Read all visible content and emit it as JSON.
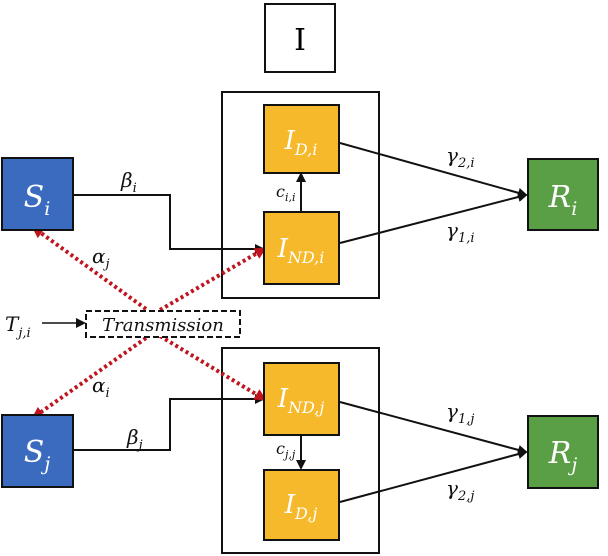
{
  "header": {
    "label": "I"
  },
  "nodes": {
    "s_i": {
      "main": "S",
      "sub": "i"
    },
    "s_j": {
      "main": "S",
      "sub": "j"
    },
    "r_i": {
      "main": "R",
      "sub": "i"
    },
    "r_j": {
      "main": "R",
      "sub": "j"
    },
    "i_d_i": {
      "main": "I",
      "sub": "D,i"
    },
    "i_nd_i": {
      "main": "I",
      "sub": "ND,i"
    },
    "i_nd_j": {
      "main": "I",
      "sub": "ND,j"
    },
    "i_d_j": {
      "main": "I",
      "sub": "D,j"
    }
  },
  "transmission": {
    "label": "Transmission",
    "input_main": "T",
    "input_sub": "j,i"
  },
  "edge_labels": {
    "beta_i": {
      "main": "β",
      "sub": "i"
    },
    "beta_j": {
      "main": "β",
      "sub": "j"
    },
    "alpha_j": {
      "main": "α",
      "sub": "j"
    },
    "alpha_i": {
      "main": "α",
      "sub": "i"
    },
    "c_ii": {
      "main": "c",
      "sub": "i,i"
    },
    "c_jj": {
      "main": "c",
      "sub": "j,j"
    },
    "gamma_2i": {
      "main": "γ",
      "sub": "2,i"
    },
    "gamma_1i": {
      "main": "γ",
      "sub": "1,i"
    },
    "gamma_1j": {
      "main": "γ",
      "sub": "1,j"
    },
    "gamma_2j": {
      "main": "γ",
      "sub": "2,j"
    }
  },
  "colors": {
    "susceptible": "#3a6bbf",
    "infected": "#f6b92b",
    "recovered": "#5a9f45",
    "transmission": "#c0141e",
    "stroke": "#111111"
  }
}
